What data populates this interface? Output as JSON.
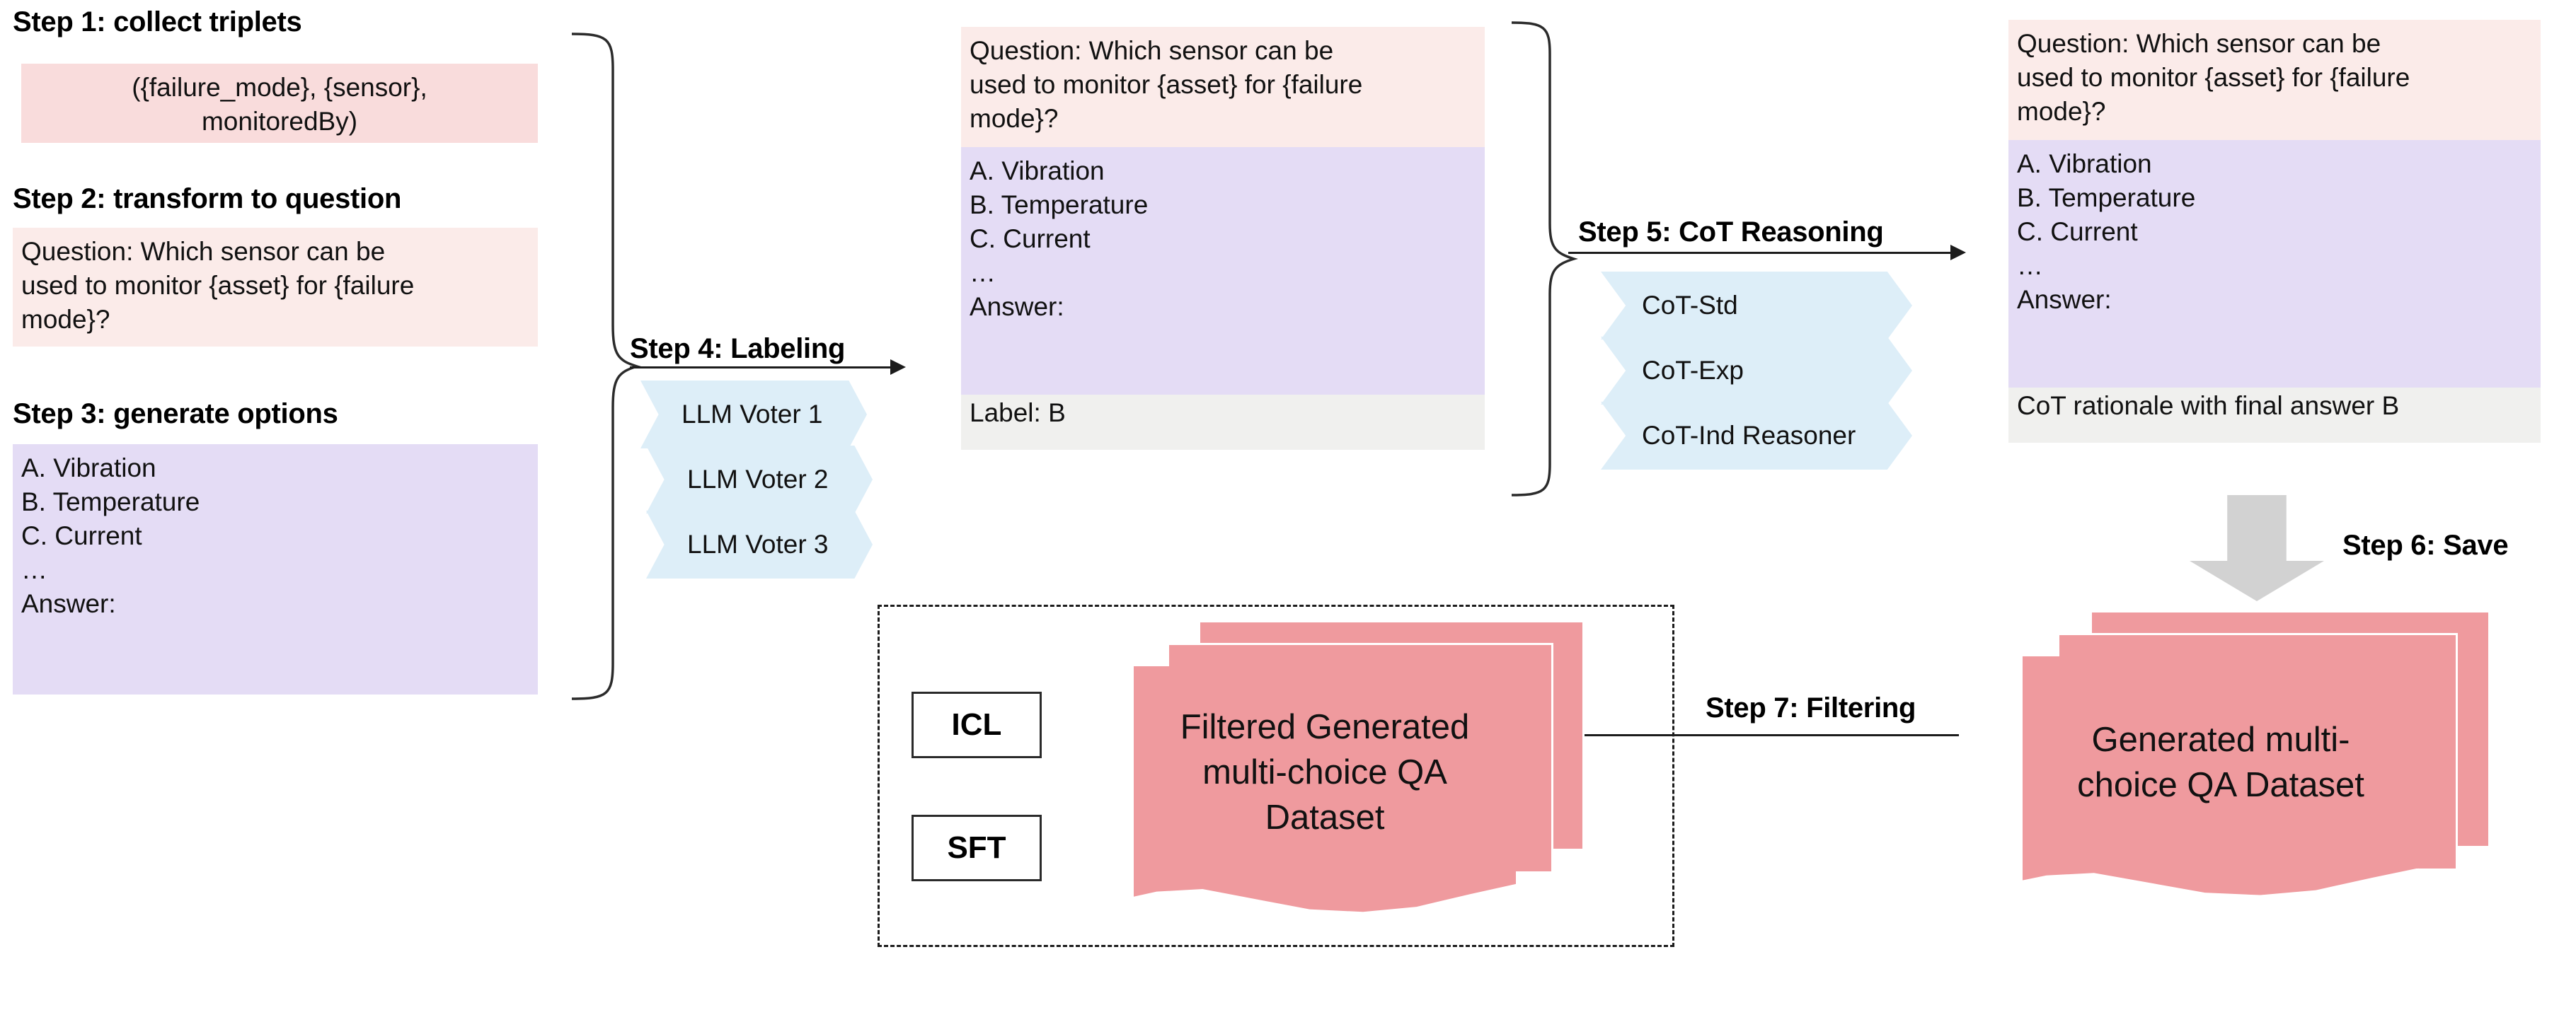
{
  "steps": {
    "s1": "Step 1: collect triplets",
    "s2": "Step 2: transform to question",
    "s3": "Step 3: generate options",
    "s4": "Step 4: Labeling",
    "s5": "Step 5: CoT Reasoning",
    "s6": "Step 6: Save",
    "s7": "Step 7: Filtering"
  },
  "triplet": {
    "line1": "({failure_mode}, {sensor},",
    "line2": "monitoredBy)"
  },
  "question": {
    "line1": "Question: Which sensor can be",
    "line2": "used to monitor {asset} for {failure",
    "line3": "mode}?"
  },
  "options": {
    "a": "A. Vibration",
    "b": "B. Temperature",
    "c": "C. Current",
    "ellipsis": "…",
    "answer": "Answer:"
  },
  "labeled": {
    "label": "Label: B"
  },
  "cot_output": {
    "rationale": "CoT rationale with final answer B"
  },
  "voters": [
    {
      "label": "LLM Voter 1"
    },
    {
      "label": "LLM Voter 2"
    },
    {
      "label": "LLM Voter 3"
    }
  ],
  "cot_methods": [
    {
      "label": "CoT-Std"
    },
    {
      "label": "CoT-Exp"
    },
    {
      "label": "CoT-Ind Reasoner"
    }
  ],
  "datasets": {
    "generated_l1": "Generated multi-",
    "generated_l2": "choice QA Dataset",
    "filtered_l1": "Filtered Generated",
    "filtered_l2": "multi-choice QA",
    "filtered_l3": "Dataset"
  },
  "usage": {
    "icl": "ICL",
    "sft": "SFT"
  },
  "colors": {
    "pink_strong": "#f9dcdc",
    "pink_light": "#fbebe9",
    "lilac": "#e4dcf5",
    "grey_panel": "#f0f0ee",
    "hex_blue": "#ddeef8",
    "doc_red": "#ef9a9e",
    "arrow_grey": "#d2d2d2",
    "line": "#1c1c1c"
  }
}
